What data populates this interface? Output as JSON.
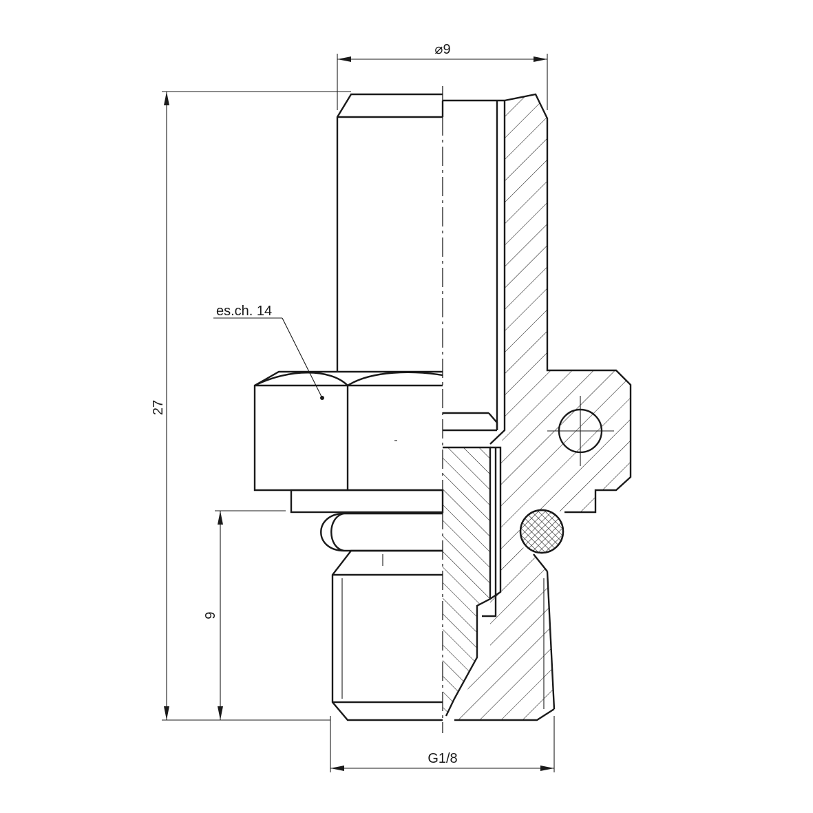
{
  "dimensions": {
    "diameter_top": "⌀9",
    "overall_height": "27",
    "thread_length": "9",
    "thread_size": "G1/8"
  },
  "callouts": {
    "hex_label": "es.ch. 14"
  },
  "colors": {
    "line": "#1a1a1a",
    "background": "#ffffff"
  }
}
